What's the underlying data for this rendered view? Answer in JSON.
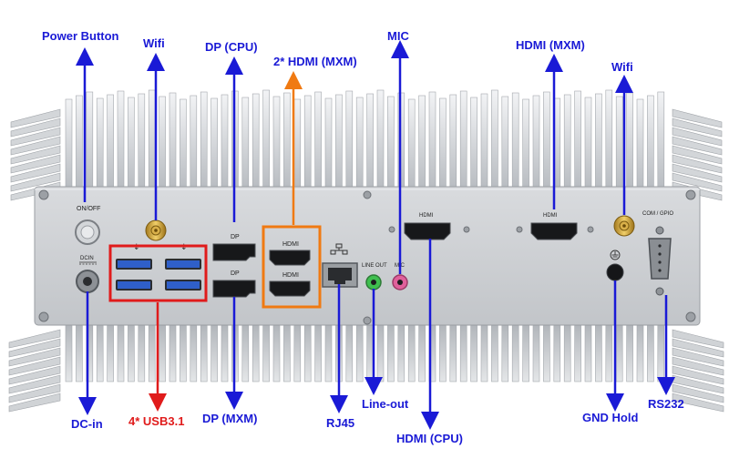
{
  "callouts": {
    "power_button": "Power Button",
    "wifi_left": "Wifi",
    "dp_cpu": "DP (CPU)",
    "hdmi_mxm_dual": "2* HDMI (MXM)",
    "mic": "MIC",
    "hdmi_mxm": "HDMI (MXM)",
    "wifi_right": "Wifi",
    "dc_in": "DC-in",
    "usb": "4* USB3.1",
    "dp_mxm": "DP (MXM)",
    "rj45": "RJ45",
    "line_out": "Line-out",
    "hdmi_cpu": "HDMI (CPU)",
    "gnd_hold": "GND Hold",
    "rs232": "RS232"
  },
  "panel_labels": {
    "on_off": "ON/OFF",
    "dcin": "DCIN",
    "dp_top": "DP",
    "dp_bottom": "DP",
    "hdmi_1": "HDMI",
    "hdmi_2": "HDMI",
    "line_out": "LINE OUT",
    "mic": "MIC",
    "hdmi_cpu": "HDMI",
    "hdmi_mxm": "HDMI",
    "com_gpio": "COM / GPIO"
  },
  "colors": {
    "callout_blue": "#1a1ad6",
    "usb_highlight": "#e01b1b",
    "hdmi_highlight": "#f07a12",
    "chassis": "#c9ccd0",
    "usb_port": "#2f5fc9"
  },
  "icons": {
    "usb": "usb-symbol",
    "ethernet": "network-symbol",
    "ground": "ground-symbol"
  }
}
